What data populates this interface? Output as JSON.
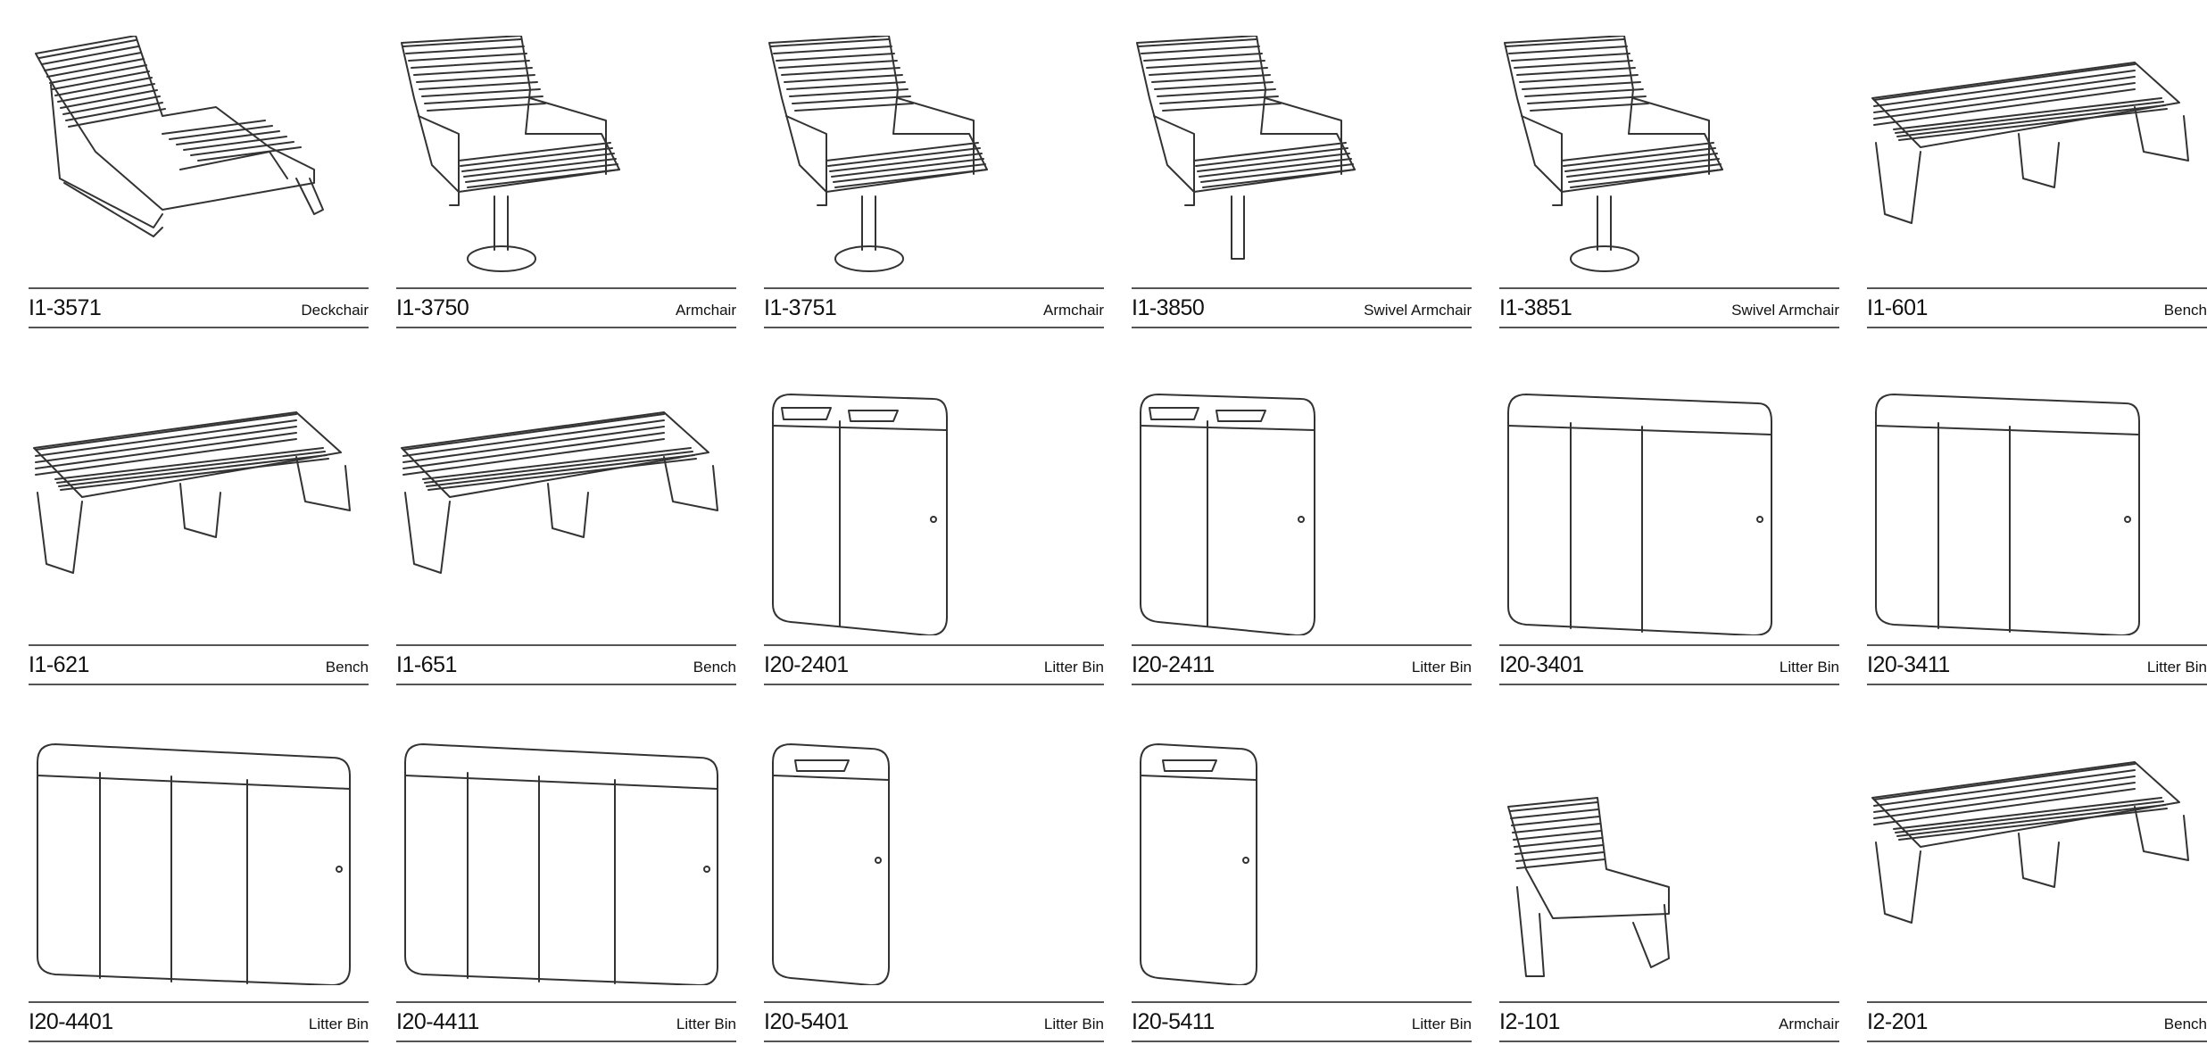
{
  "products": [
    {
      "code": "I1-3571",
      "type": "Deckchair",
      "icon": "deckchair-drawing"
    },
    {
      "code": "I1-3750",
      "type": "Armchair",
      "icon": "armchair-drawing"
    },
    {
      "code": "I1-3751",
      "type": "Armchair",
      "icon": "armchair-drawing"
    },
    {
      "code": "I1-3850",
      "type": "Swivel Armchair",
      "icon": "swivel-armchair-drawing"
    },
    {
      "code": "I1-3851",
      "type": "Swivel Armchair",
      "icon": "swivel-armchair-drawing"
    },
    {
      "code": "I1-601",
      "type": "Bench",
      "icon": "bench-drawing"
    },
    {
      "code": "I1-621",
      "type": "Bench",
      "icon": "bench-drawing"
    },
    {
      "code": "I1-651",
      "type": "Bench",
      "icon": "bench-drawing"
    },
    {
      "code": "I20-2401",
      "type": "Litter Bin",
      "icon": "litter-bin-drawing"
    },
    {
      "code": "I20-2411",
      "type": "Litter Bin",
      "icon": "litter-bin-drawing"
    },
    {
      "code": "I20-3401",
      "type": "Litter Bin",
      "icon": "litter-bin-drawing"
    },
    {
      "code": "I20-3411",
      "type": "Litter Bin",
      "icon": "litter-bin-drawing"
    },
    {
      "code": "I20-4401",
      "type": "Litter Bin",
      "icon": "litter-bin-drawing"
    },
    {
      "code": "I20-4411",
      "type": "Litter Bin",
      "icon": "litter-bin-drawing"
    },
    {
      "code": "I20-5401",
      "type": "Litter Bin",
      "icon": "litter-bin-drawing"
    },
    {
      "code": "I20-5411",
      "type": "Litter Bin",
      "icon": "litter-bin-drawing"
    },
    {
      "code": "I2-101",
      "type": "Armchair",
      "icon": "armchair-drawing"
    },
    {
      "code": "I2-201",
      "type": "Bench",
      "icon": "bench-drawing"
    }
  ]
}
